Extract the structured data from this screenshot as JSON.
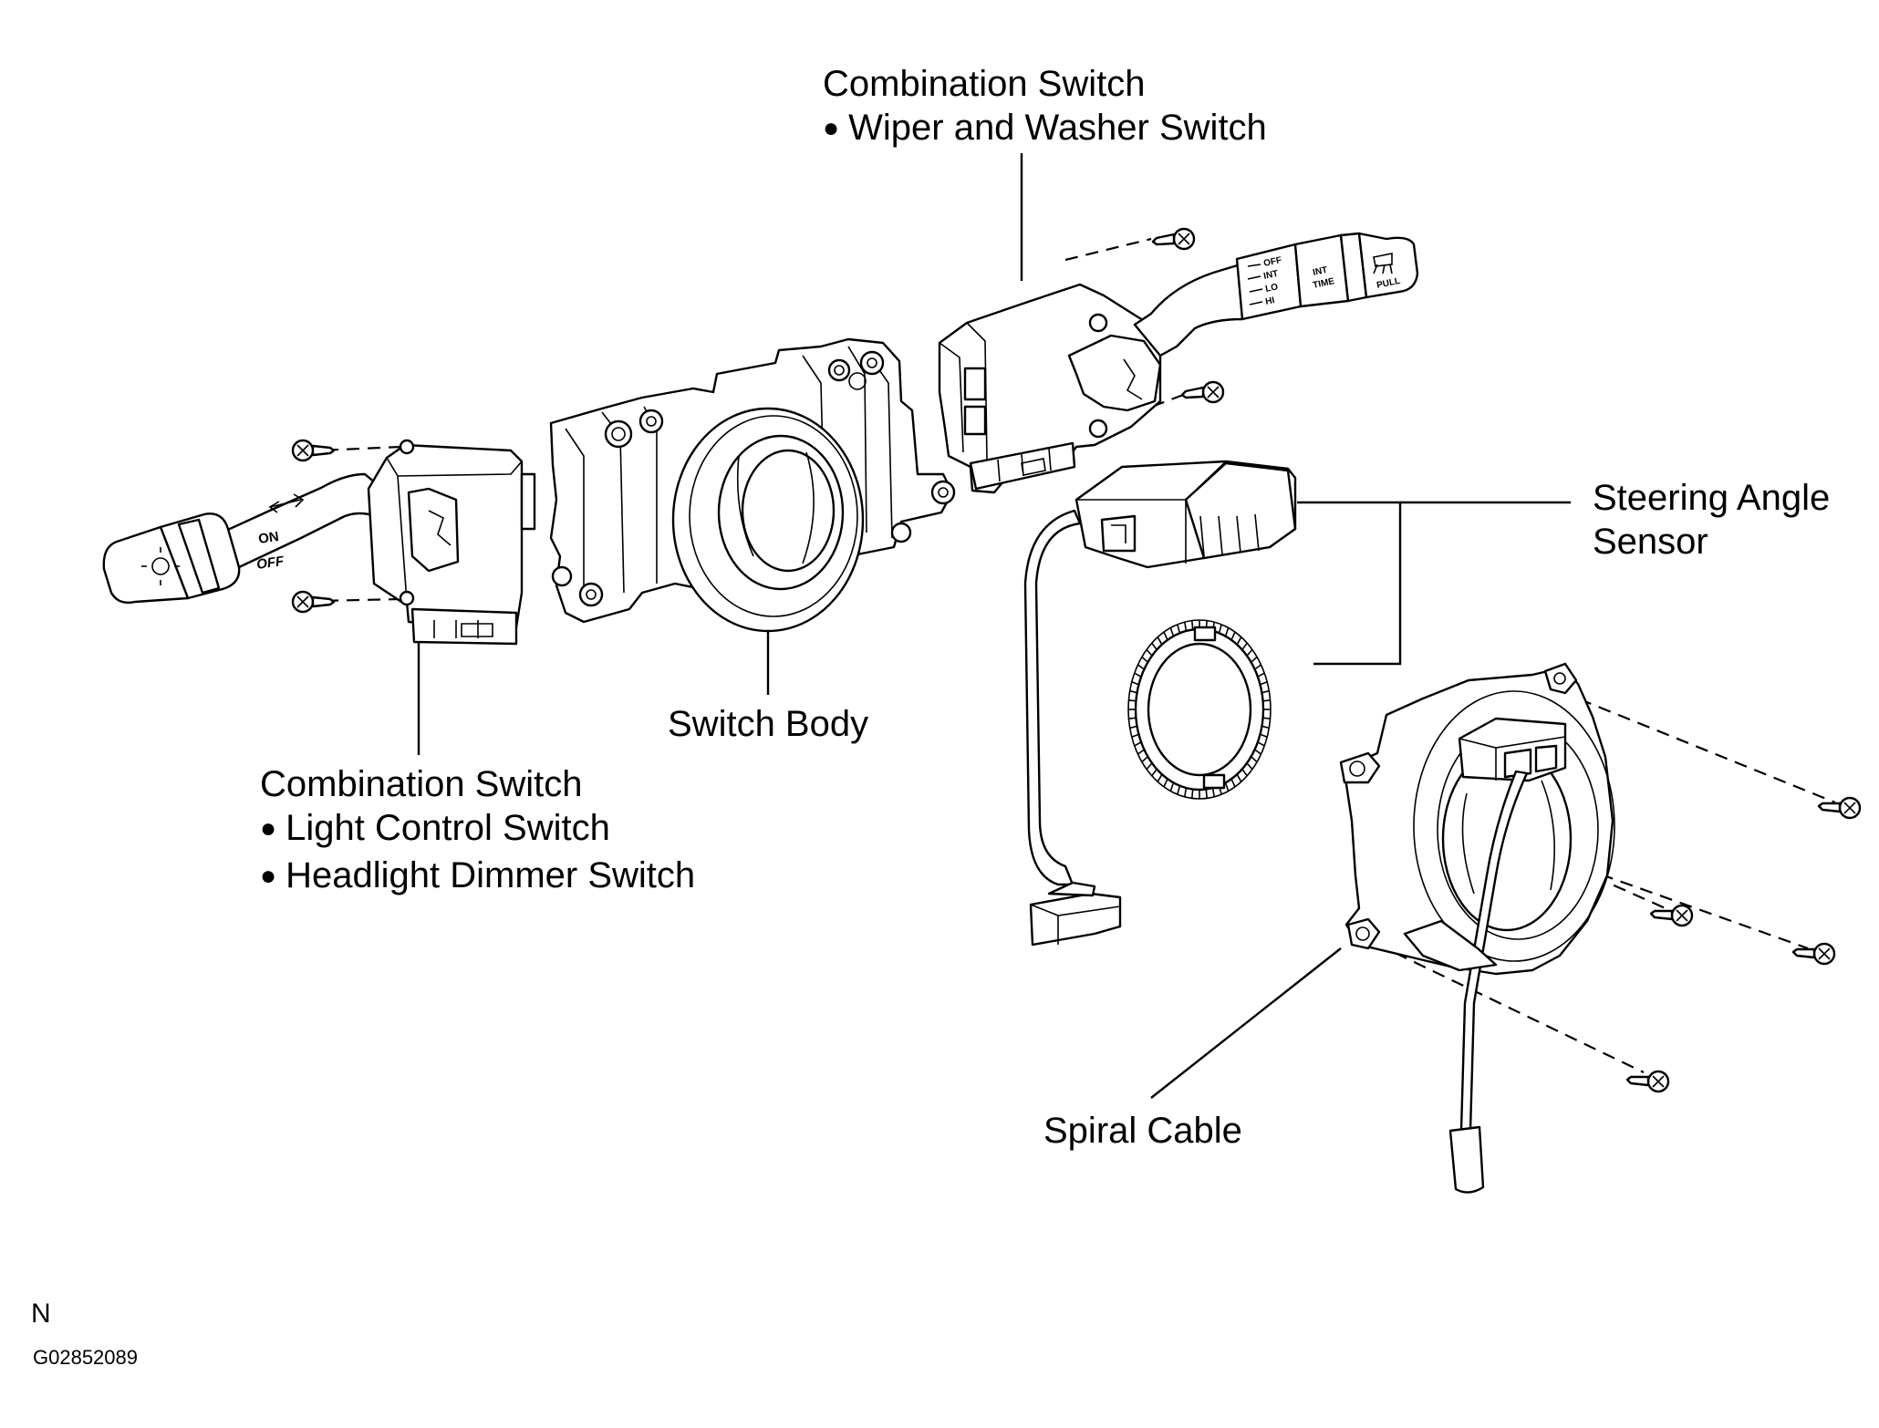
{
  "labels": {
    "wiper_switch": {
      "title": "Combination Switch",
      "items": [
        "Wiper and Washer Switch"
      ]
    },
    "light_switch": {
      "title": "Combination Switch",
      "items": [
        "Light Control Switch",
        "Headlight Dimmer Switch"
      ]
    },
    "switch_body": "Switch Body",
    "steering_angle_sensor": [
      "Steering Angle",
      "Sensor"
    ],
    "spiral_cable": "Spiral Cable"
  },
  "stalk_markings": {
    "light": [
      "ON",
      "OFF"
    ],
    "wiper": [
      "OFF",
      "INT",
      "LO",
      "HI",
      "INT",
      "TIME",
      "PULL"
    ]
  },
  "footer": {
    "orientation_letter": "N",
    "figure_code": "G02852089"
  }
}
